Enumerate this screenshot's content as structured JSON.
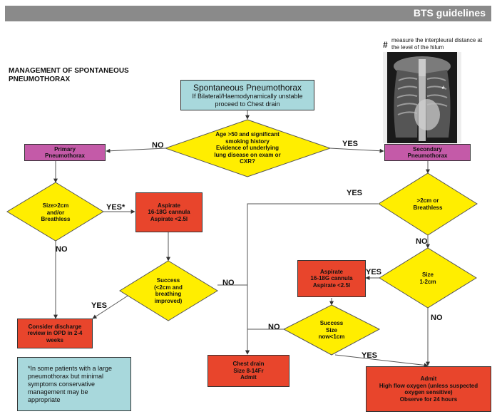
{
  "header": {
    "title": "BTS guidelines"
  },
  "page_title": "MANAGEMENT OF SPONTANEOUS PNEUMOTHORAX",
  "xray_note": {
    "symbol": "#",
    "text": "measure the interpleural distance at the level of the hilum"
  },
  "start": {
    "title": "Spontaneous Pneumothorax",
    "lines": [
      "If Bilateral/Haemodynamically unstable",
      "proceed to Chest drain"
    ]
  },
  "decision_age": {
    "lines": [
      "Age >50 and significant",
      "smoking history",
      "Evidence of underlying",
      "lung disease on exam or",
      "CXR?"
    ]
  },
  "primary": {
    "lines": [
      "Primary",
      "Pneumothorax"
    ]
  },
  "secondary": {
    "lines": [
      "Secondary",
      "Pneumothorax"
    ]
  },
  "decision_size_primary": {
    "lines": [
      "Size>2cm",
      "and/or",
      "Breathless"
    ]
  },
  "aspirate_primary": {
    "lines": [
      "Aspirate",
      "16-18G cannula",
      "Aspirate <2.5l"
    ]
  },
  "decision_success_primary": {
    "lines": [
      "Success",
      "(<2cm and",
      "breathing",
      "improved)"
    ]
  },
  "discharge": {
    "lines": [
      "Consider discharge",
      "review in OPD in 2-4",
      "weeks"
    ]
  },
  "footnote": {
    "lines": [
      "*In some patients with a large",
      "pneumothorax but minimal",
      "symptoms conservative",
      "management may be",
      "appropriate"
    ]
  },
  "decision_breathless_secondary": {
    "lines": [
      ">2cm or",
      "Breathless"
    ]
  },
  "decision_size_secondary": {
    "lines": [
      "Size",
      "1-2cm"
    ]
  },
  "aspirate_secondary": {
    "lines": [
      "Aspirate",
      "16-18G cannula",
      "Aspirate <2.5l"
    ]
  },
  "decision_success_secondary": {
    "lines": [
      "Success",
      "Size",
      "now<1cm"
    ]
  },
  "chest_drain": {
    "lines": [
      "Chest drain",
      "Size 8-14Fr",
      "Admit"
    ]
  },
  "admit": {
    "lines": [
      "Admit",
      "High flow oxygen (unless suspected",
      "oxygen sensitive)",
      "Observe for 24 hours"
    ]
  },
  "edge_labels": {
    "age_no": "NO",
    "age_yes": "YES",
    "size_yes": "YES*",
    "size_no": "NO",
    "success_yes": "YES",
    "success_no": "NO",
    "breathless_yes": "YES",
    "breathless_no": "NO",
    "size12_yes": "YES",
    "size12_no": "NO",
    "success2_no": "NO",
    "success2_yes": "YES"
  },
  "colors": {
    "teal": "#a8d8dc",
    "purple": "#c45aa8",
    "yellow": "#ffee00",
    "red": "#e8452c",
    "header": "#8a8a8a"
  }
}
